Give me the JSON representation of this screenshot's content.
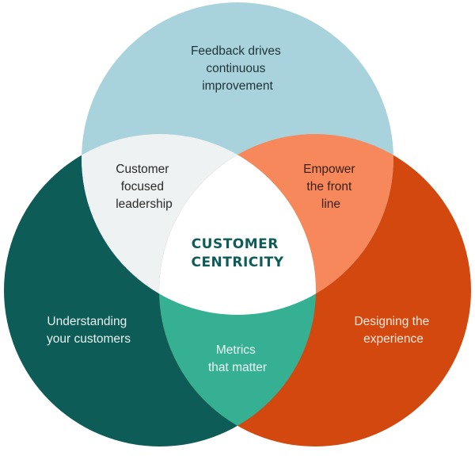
{
  "diagram": {
    "type": "venn",
    "center_label": [
      "CUSTOMER",
      "CENTRICITY"
    ],
    "circles": [
      {
        "id": "top",
        "label": [
          "Feedback drives",
          "continuous",
          "improvement"
        ],
        "color": "#a8d2dc",
        "text_color": "#1f3438"
      },
      {
        "id": "left",
        "label": [
          "Understanding",
          "your customers"
        ],
        "color": "#0e5c57",
        "text_color": "#e6f2f0"
      },
      {
        "id": "right",
        "label": [
          "Designing the",
          "experience"
        ],
        "color": "#d2480e",
        "text_color": "#fde8dc"
      }
    ],
    "intersections": [
      {
        "id": "top-left",
        "label": [
          "Customer",
          "focused",
          "leadership"
        ],
        "color": "#eef2f2",
        "text_color": "#2a2a2a"
      },
      {
        "id": "top-right",
        "label": [
          "Empower",
          "the front",
          "line"
        ],
        "color": "#f7885c",
        "text_color": "#3a1f14"
      },
      {
        "id": "left-right",
        "label": [
          "Metrics",
          "that matter"
        ],
        "color": "#36b093",
        "text_color": "#eaf7f3"
      },
      {
        "id": "all",
        "color": "#ffffff",
        "text_color": "#0e5c57"
      }
    ]
  }
}
